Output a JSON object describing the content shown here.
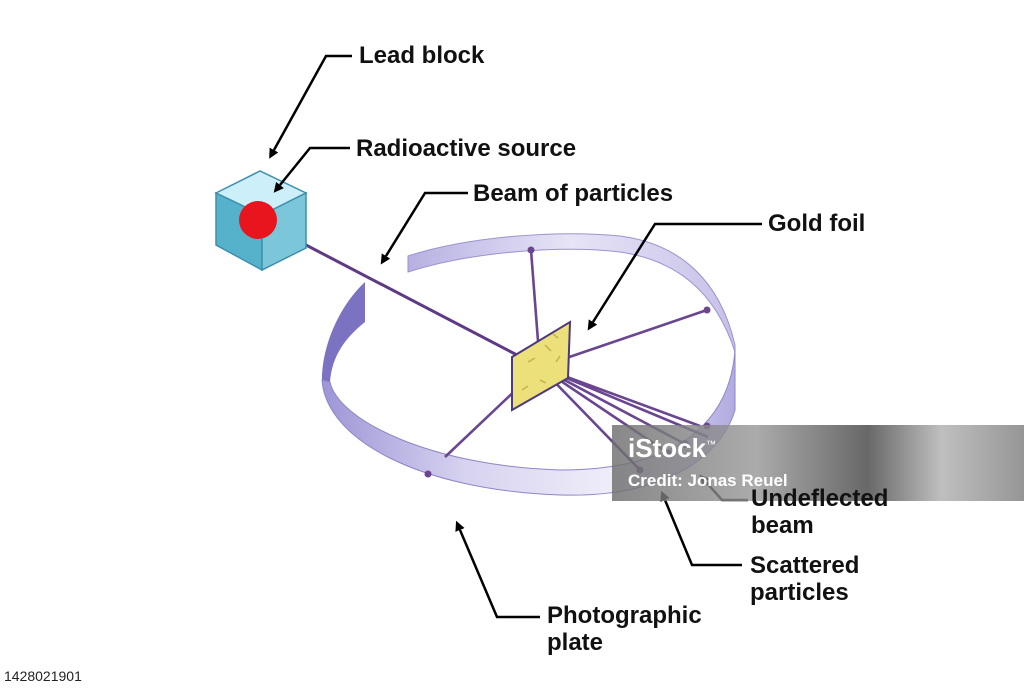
{
  "labels": {
    "lead_block": "Lead block",
    "radioactive_source": "Radioactive source",
    "beam_of_particles": "Beam of particles",
    "gold_foil": "Gold foil",
    "undeflected_beam_line1": "Undeflected",
    "undeflected_beam_line2": "beam",
    "scattered_particles_line1": "Scattered",
    "scattered_particles_line2": "particles",
    "photographic_plate_line1": "Photographic",
    "photographic_plate_line2": "plate"
  },
  "watermark": {
    "logo": "iStock",
    "tm": "™",
    "credit": "Credit: Jonas Reuel"
  },
  "stock_id": "1428021901",
  "colors": {
    "cube_front": "#5ab3cc",
    "cube_top": "#c9ecf8",
    "source": "#e8141e",
    "ring": "#c8c3e8",
    "ring_dark": "#7a72c0",
    "beam": "#5e3a86",
    "foil": "#ede079",
    "arrow": "#000000"
  }
}
